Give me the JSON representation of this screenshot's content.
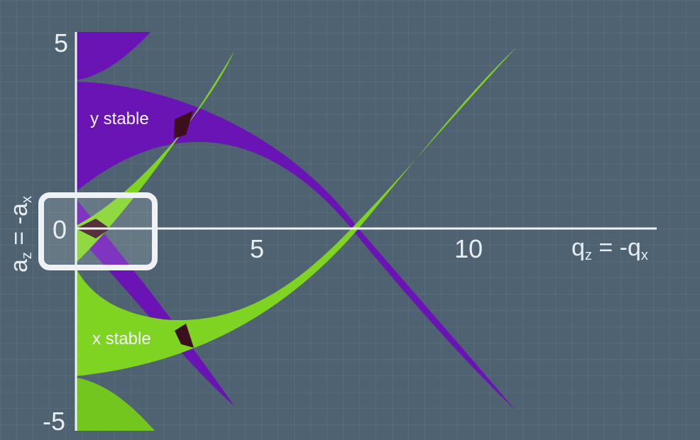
{
  "plot": {
    "x_ticks": [
      "5",
      "10"
    ],
    "y_ticks": [
      "5",
      "0",
      "-5"
    ],
    "x_axis_label": {
      "base": "q",
      "sub1": "z",
      "mid": " = -q",
      "sub2": "x"
    },
    "y_axis_label": {
      "base": "a",
      "sub1": "z",
      "mid": " = -a",
      "sub2": "x"
    },
    "regions": [
      "y stable",
      "x stable"
    ]
  },
  "colors": {
    "background": "#4e6272",
    "grid": "#6f8291",
    "axis": "#eef2f5",
    "y_stable": "#6b14b5",
    "x_stable": "#7fd321",
    "overlap": "#3b0f1c",
    "highlight_box": "#eef2f5"
  }
}
